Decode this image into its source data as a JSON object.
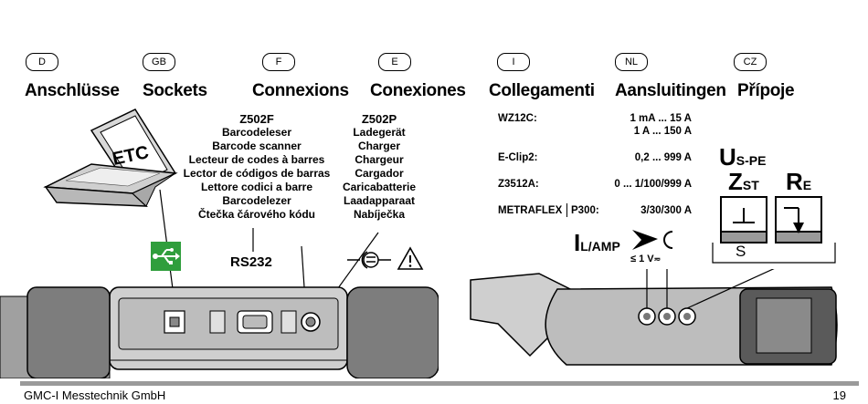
{
  "languages": [
    {
      "code": "D",
      "title": "Anschlüsse"
    },
    {
      "code": "GB",
      "title": "Sockets"
    },
    {
      "code": "F",
      "title": "Connexions"
    },
    {
      "code": "E",
      "title": "Conexiones"
    },
    {
      "code": "I",
      "title": "Collegamenti"
    },
    {
      "code": "NL",
      "title": "Aansluitingen"
    },
    {
      "code": "CZ",
      "title": "Přípoje"
    }
  ],
  "laptop_label": "ETC",
  "z502f": {
    "title": "Z502F",
    "lines": [
      "Barcodeleser",
      "Barcode scanner",
      "Lecteur de codes à barres",
      "Lector de códigos de barras",
      "Lettore codici a barre",
      "Barcodelezer",
      "Čtečka čárového kódu"
    ]
  },
  "z502p": {
    "title": "Z502P",
    "lines": [
      "Ladegerät",
      "Charger",
      "Chargeur",
      "Cargador",
      "Caricabatterie",
      "Laadapparaat",
      "Nabíječka"
    ]
  },
  "rs232_label": "RS232",
  "specs": [
    {
      "name": "WZ12C:",
      "value1": "1 mA ... 15 A",
      "value2": "1 A ... 150 A"
    },
    {
      "name": "E-Clip2:",
      "value1": "0,2 ... 999 A"
    },
    {
      "name": "Z3512A:",
      "value1": "0 ... 1/100/999 A"
    },
    {
      "name": "METRAFLEX",
      "name2": "P300:",
      "value1": "3/30/300 A"
    }
  ],
  "il_amp": {
    "main": "I",
    "sub": "L/AMP"
  },
  "voltage_note": "≤ 1 V",
  "voltage_symbol": "≂",
  "u_spe": {
    "main": "U",
    "sub": "S-PE"
  },
  "z_st": {
    "main": "Z",
    "sub": "ST"
  },
  "r_e": {
    "main": "R",
    "sub": "E"
  },
  "s_label": "S",
  "footer": {
    "company": "GMC-I Messtechnik GmbH",
    "page": "19"
  },
  "colors": {
    "usb_green": "#2f9e3c",
    "bar_gray": "#9a9a9a"
  }
}
